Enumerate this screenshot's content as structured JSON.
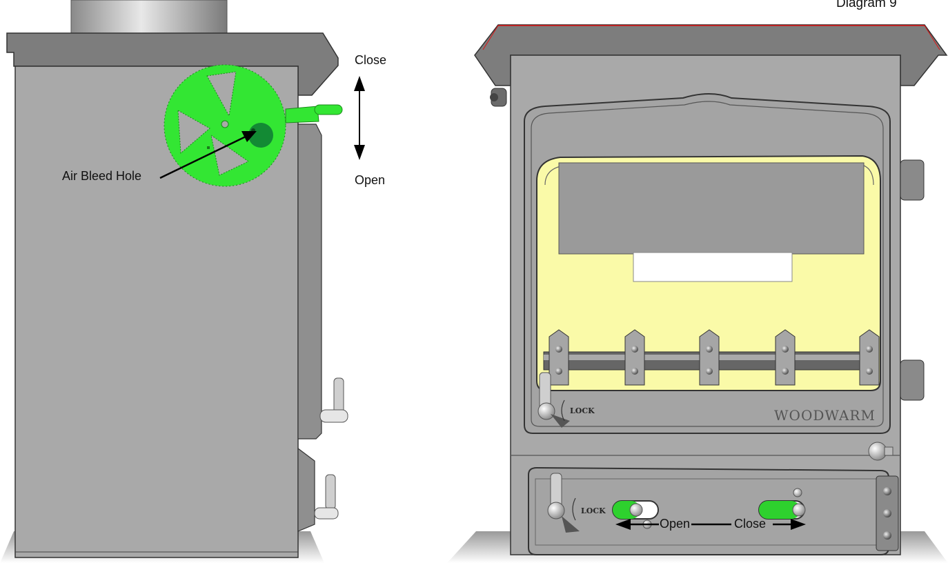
{
  "caption": "Diagram 9",
  "side_view": {
    "damper_label": "Air Bleed Hole",
    "close_label": "Close",
    "open_label": "Open"
  },
  "front_view": {
    "brand": "WOODWARM",
    "door_lock_label": "LOCK",
    "ash_lock_label": "LOCK",
    "slider_open_label": "Open",
    "slider_close_label": "Close"
  },
  "colors": {
    "stove_body": "#a9a9a9",
    "damper_green": "#33e633",
    "glass_yellow": "#fafaa8",
    "outline": "#222222"
  }
}
